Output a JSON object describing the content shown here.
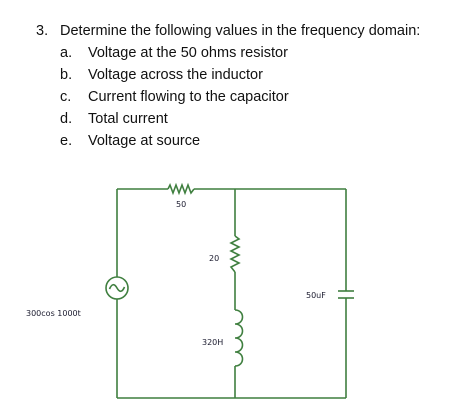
{
  "question": {
    "number": "3.",
    "prompt": "Determine the following values in the frequency domain:",
    "items": [
      {
        "letter": "a.",
        "text": "Voltage at the 50 ohms resistor"
      },
      {
        "letter": "b.",
        "text": "Voltage across the inductor"
      },
      {
        "letter": "c.",
        "text": "Current flowing to the capacitor"
      },
      {
        "letter": "d.",
        "text": "Total current"
      },
      {
        "letter": "e.",
        "text": "Voltage at source"
      }
    ]
  },
  "circuit": {
    "wire_color": "#3f7f3f",
    "label_color": "#1a1a2e",
    "source_label": "300cos 1000t",
    "resistor_top_label": "50",
    "resistor_mid_label": "20",
    "inductor_label": "320H",
    "capacitor_label": "50uF",
    "icons": [
      "ac-source-icon",
      "resistor-icon",
      "inductor-icon",
      "capacitor-icon"
    ]
  }
}
